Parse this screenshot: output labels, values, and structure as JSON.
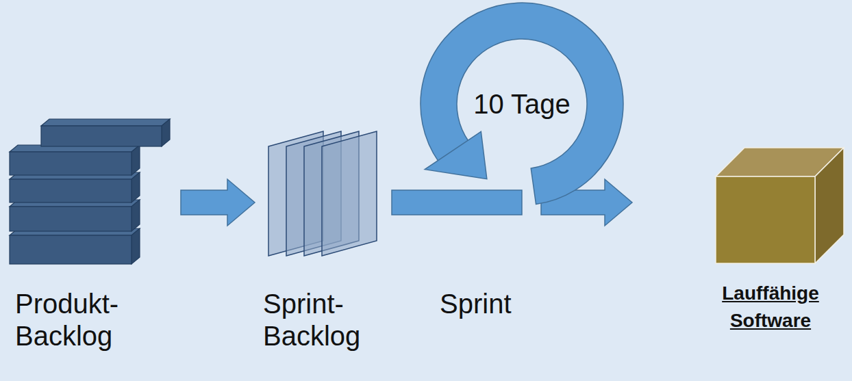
{
  "diagram": {
    "nodes": [
      {
        "text": [
          "Produkt- Backlog"
        ]
      },
      {
        "text": [
          "Sprint- Backlog"
        ]
      },
      {
        "text": [
          "10 Tage",
          "Sprint"
        ]
      },
      {
        "text": [
          "Lauffähige Software"
        ]
      }
    ],
    "edges": [
      {
        "from": 0,
        "to": 1,
        "arrow": "to"
      },
      {
        "from": 1,
        "to": 2,
        "arrow": "none"
      },
      {
        "from": 2,
        "to": 3,
        "arrow": "to"
      }
    ]
  }
}
